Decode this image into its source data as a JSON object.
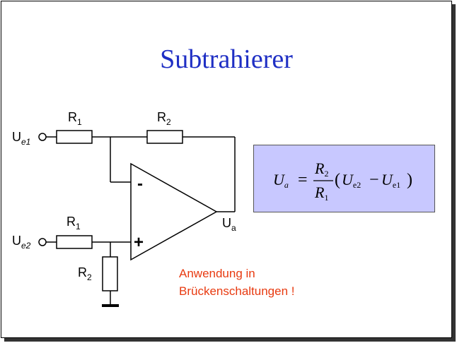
{
  "title": "Subtrahierer",
  "circuit": {
    "r1_top": {
      "main": "R",
      "sub": "1"
    },
    "r2_feedback": {
      "main": "R",
      "sub": "2"
    },
    "r1_bottom": {
      "main": "R",
      "sub": "1"
    },
    "r2_ground": {
      "main": "R",
      "sub": "2"
    },
    "input1": {
      "main": "U",
      "sub": "e1"
    },
    "input2": {
      "main": "U",
      "sub": "e2"
    },
    "output": {
      "main": "U",
      "sub": "a"
    },
    "minus_sign": "-",
    "plus_sign": "+"
  },
  "formula": {
    "lhs_main": "U",
    "lhs_sub": "a",
    "equals": "=",
    "num_main": "R",
    "num_sub": "2",
    "den_main": "R",
    "den_sub": "1",
    "open_paren": "(",
    "t1_main": "U",
    "t1_sub": "e2",
    "minus": "−",
    "t2_main": "U",
    "t2_sub": "e1",
    "close_paren": ")"
  },
  "note": {
    "line1": "Anwendung in",
    "line2": "Brückenschaltungen !",
    "color": "#e83a10"
  },
  "colors": {
    "title": "#1f2fc4",
    "formula_background": "#c8c8ff"
  }
}
